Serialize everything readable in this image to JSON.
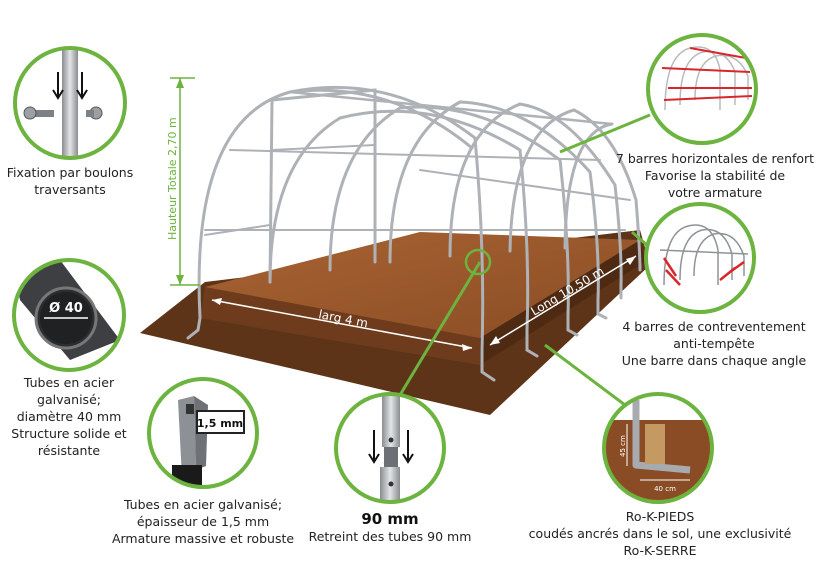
{
  "dimensions": {
    "height": "Hauteur Totale 2,70 m",
    "width": "larg 4 m",
    "length": "Long 10,50 m"
  },
  "callouts": {
    "bolts": {
      "lines": [
        "Fixation par boulons",
        "traversants"
      ]
    },
    "tube40": {
      "badge": "Ø 40",
      "lines": [
        "Tubes en acier",
        "galvanisé;",
        "diamètre 40 mm",
        "Structure solide et",
        "résistante"
      ]
    },
    "thickness": {
      "badge": "1,5 mm",
      "lines": [
        "Tubes en acier galvanisé;",
        "épaisseur de 1,5 mm",
        "Armature massive et robuste"
      ]
    },
    "reduction": {
      "title": "90 mm",
      "line": "Retreint des tubes 90 mm"
    },
    "feet": {
      "dim_height": "45 cm",
      "dim_width": "40 cm",
      "lines": [
        "Ro-K-PIEDS",
        "coudés ancrés dans le sol, une exclusivité",
        "Ro-K-SERRE"
      ]
    },
    "bars": {
      "lines": [
        "7 barres horizontales de renfort",
        "Favorise la stabilité de",
        "votre armature"
      ]
    },
    "bracing": {
      "lines": [
        "4 barres de contreventement",
        "anti-tempête",
        "Une barre dans chaque angle"
      ]
    }
  },
  "colors": {
    "accent_green": "#6cb33f",
    "soil": "#9b5a2e",
    "soil_dark": "#5e3418",
    "frame": "#b7bbc0",
    "brace_red": "#d9262b"
  }
}
